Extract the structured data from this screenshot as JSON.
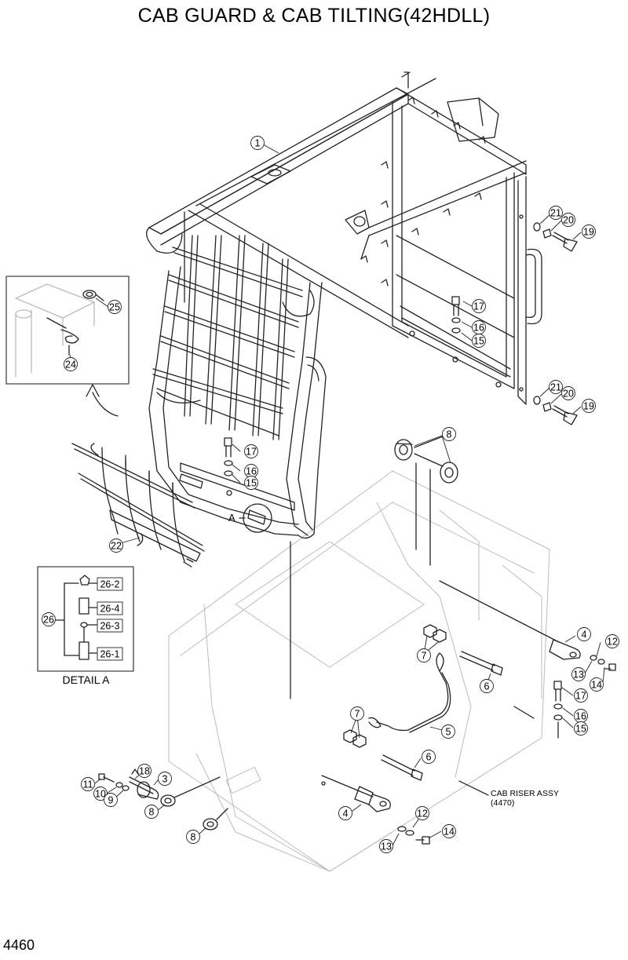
{
  "title": "CAB GUARD & CAB TILTING(42HDLL)",
  "page_number": "4460",
  "detail_label": "DETAIL A",
  "detail_marker": "A",
  "cab_riser_line1": "CAB RISER ASSY",
  "cab_riser_line2": "(4470)",
  "callouts": [
    {
      "id": "c1",
      "text": "1"
    },
    {
      "id": "c21a",
      "text": "21"
    },
    {
      "id": "c20a",
      "text": "20"
    },
    {
      "id": "c19a",
      "text": "19"
    },
    {
      "id": "c25",
      "text": "25"
    },
    {
      "id": "c24",
      "text": "24"
    },
    {
      "id": "c17a",
      "text": "17"
    },
    {
      "id": "c16a",
      "text": "16"
    },
    {
      "id": "c15a",
      "text": "15"
    },
    {
      "id": "c21b",
      "text": "21"
    },
    {
      "id": "c20b",
      "text": "20"
    },
    {
      "id": "c19b",
      "text": "19"
    },
    {
      "id": "c8a",
      "text": "8"
    },
    {
      "id": "c17b",
      "text": "17"
    },
    {
      "id": "c16b",
      "text": "16"
    },
    {
      "id": "c15b",
      "text": "15"
    },
    {
      "id": "c22",
      "text": "22"
    },
    {
      "id": "c26-2",
      "text": "26-2"
    },
    {
      "id": "c26-4",
      "text": "26-4"
    },
    {
      "id": "c26",
      "text": "26"
    },
    {
      "id": "c26-3",
      "text": "26-3"
    },
    {
      "id": "c26-1",
      "text": "26-1"
    },
    {
      "id": "c4a",
      "text": "4"
    },
    {
      "id": "c12a",
      "text": "12"
    },
    {
      "id": "c13a",
      "text": "13"
    },
    {
      "id": "c14a",
      "text": "14"
    },
    {
      "id": "c7a",
      "text": "7"
    },
    {
      "id": "c6a",
      "text": "6"
    },
    {
      "id": "c17c",
      "text": "17"
    },
    {
      "id": "c16c",
      "text": "16"
    },
    {
      "id": "c15c",
      "text": "15"
    },
    {
      "id": "c7b",
      "text": "7"
    },
    {
      "id": "c5",
      "text": "5"
    },
    {
      "id": "c6b",
      "text": "6"
    },
    {
      "id": "c18",
      "text": "18"
    },
    {
      "id": "c3",
      "text": "3"
    },
    {
      "id": "c11",
      "text": "11"
    },
    {
      "id": "c10",
      "text": "10"
    },
    {
      "id": "c9",
      "text": "9"
    },
    {
      "id": "c8b",
      "text": "8"
    },
    {
      "id": "c8c",
      "text": "8"
    },
    {
      "id": "c4b",
      "text": "4"
    },
    {
      "id": "c12b",
      "text": "12"
    },
    {
      "id": "c13b",
      "text": "13"
    },
    {
      "id": "c14b",
      "text": "14"
    }
  ]
}
